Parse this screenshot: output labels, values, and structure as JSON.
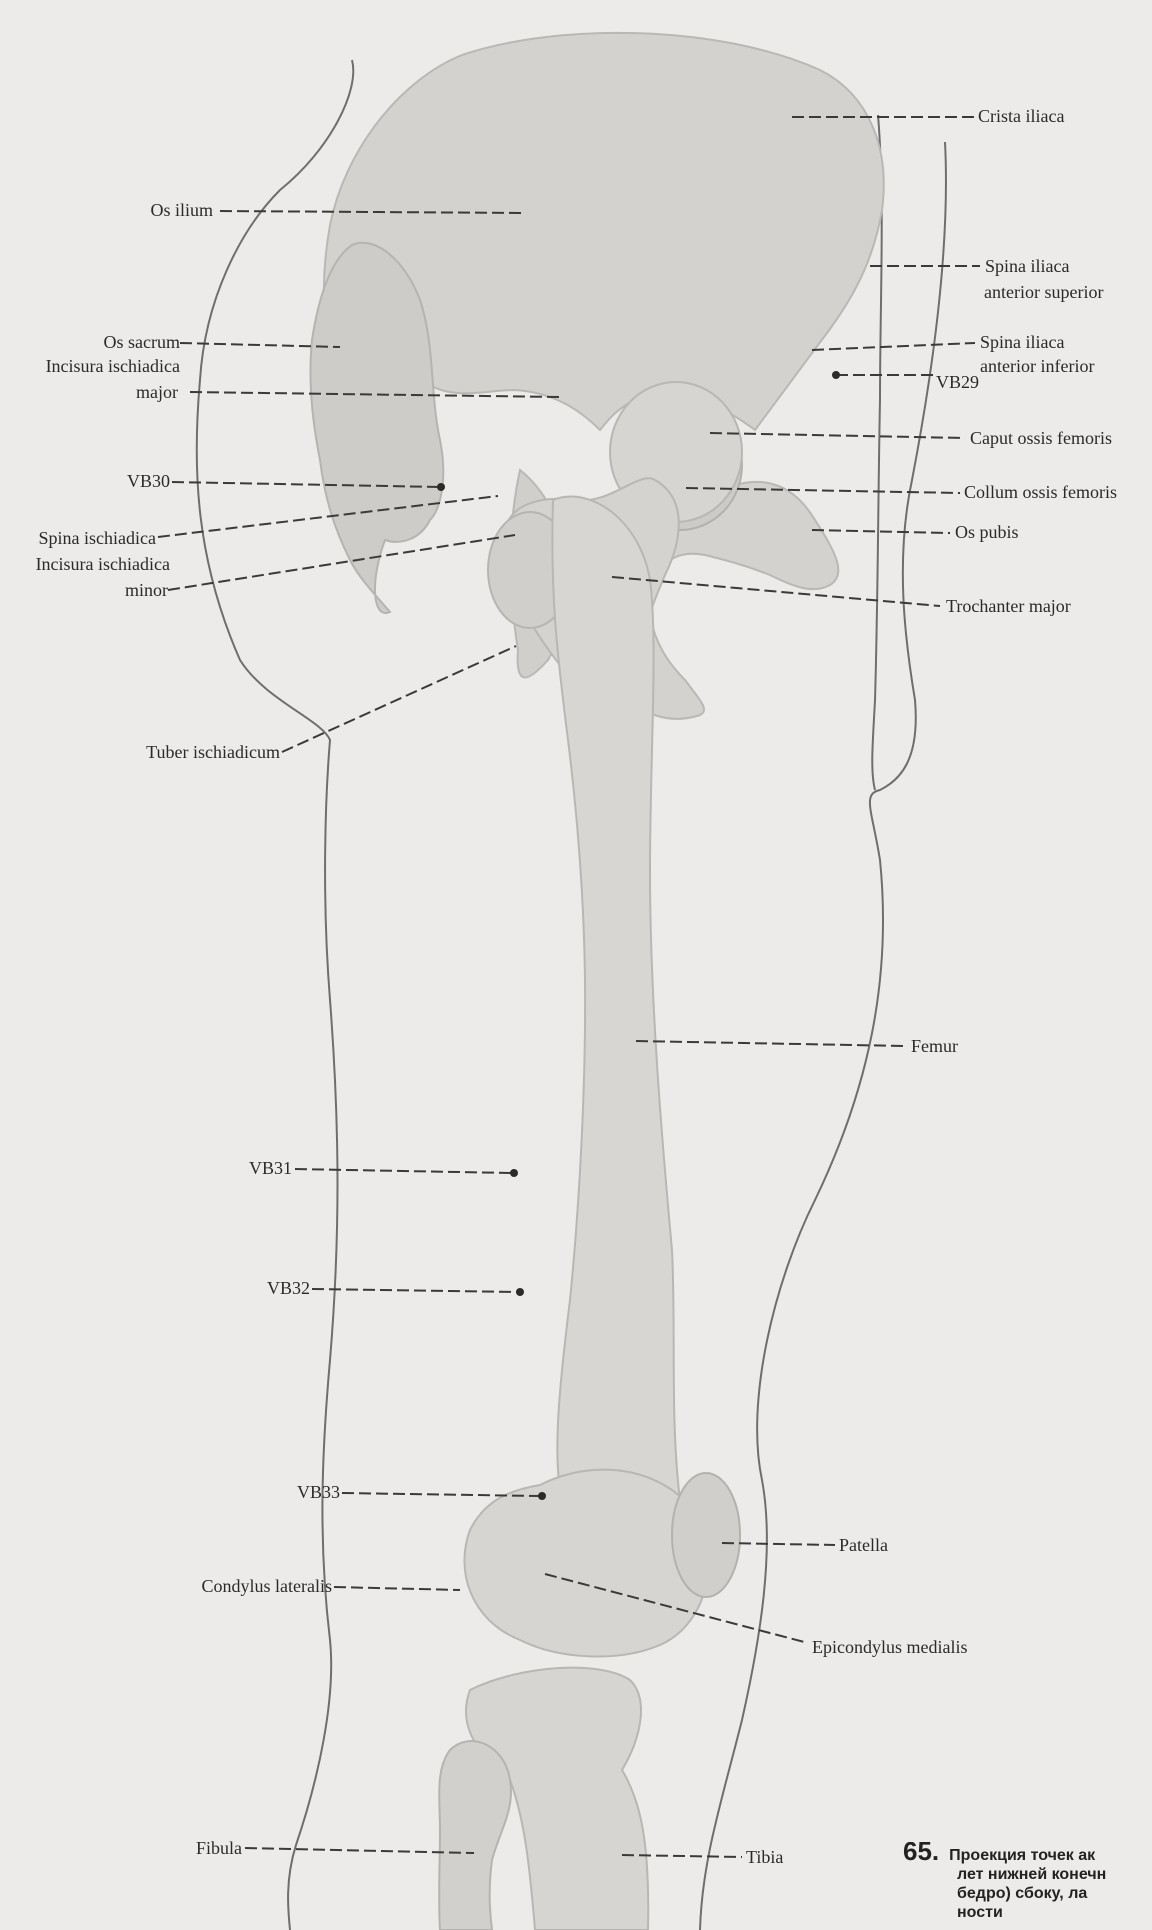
{
  "figure": {
    "number": "65.",
    "caption_lines": [
      "Проекция точек ак",
      "лет нижней конечн",
      "бедро) сбоку, ла",
      "ности"
    ]
  },
  "labels": {
    "crista_iliaca": "Crista iliaca",
    "os_ilium": "Os ilium",
    "spina_iliaca_ant_sup_1": "Spina iliaca",
    "spina_iliaca_ant_sup_2": "anterior superior",
    "os_sacrum": "Os sacrum",
    "spina_iliaca_ant_inf_1": "Spina iliaca",
    "spina_iliaca_ant_inf_2": "anterior inferior",
    "incisura_major_1": "Incisura ischiadica",
    "incisura_major_2": "major",
    "vb29": "VB29",
    "caput_femoris": "Caput ossis femoris",
    "vb30": "VB30",
    "collum_femoris": "Collum ossis femoris",
    "spina_ischiadica": "Spina ischiadica",
    "os_pubis": "Os pubis",
    "incisura_minor_1": "Incisura ischiadica",
    "incisura_minor_2": "minor",
    "trochanter_major": "Trochanter major",
    "tuber_ischiadicum": "Tuber ischiadicum",
    "femur": "Femur",
    "vb31": "VB31",
    "vb32": "VB32",
    "vb33": "VB33",
    "patella": "Patella",
    "condylus_lateralis": "Condylus lateralis",
    "epicondylus_medialis": "Epicondylus medialis",
    "fibula": "Fibula",
    "tibia": "Tibia"
  },
  "colors": {
    "background": "#ecebe9",
    "bone": "#d3d2cf",
    "bone_shadow": "#c3c2bf",
    "outline": "#6a6a6a",
    "leader": "#3a3a3a"
  }
}
